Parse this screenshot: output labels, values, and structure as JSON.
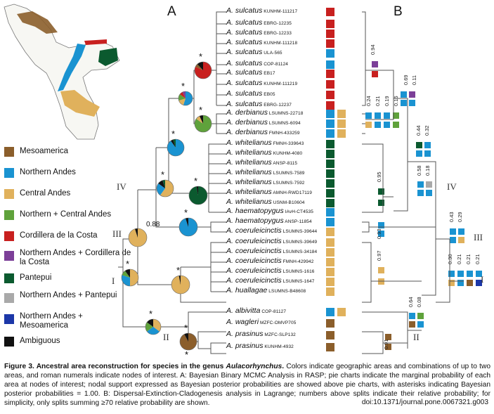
{
  "panels": {
    "a": "A",
    "b": "B"
  },
  "colors": {
    "mesoamerica": "#8b5e2b",
    "northern_andes": "#1a93d1",
    "central_andes": "#e0b15c",
    "northern_central_andes": "#5fa23b",
    "cordillera_de_la_costa": "#c8201f",
    "northern_andes_cordillera": "#7c3f98",
    "pantepui": "#0b5a2f",
    "northern_andes_pantepui": "#a9a9a9",
    "northern_andes_mesoamerica": "#1c37a8",
    "ambiguous": "#111111"
  },
  "legend": [
    {
      "label": "Mesoamerica",
      "color": "#8b5e2b"
    },
    {
      "label": "Northern Andes",
      "color": "#1a93d1"
    },
    {
      "label": "Central Andes",
      "color": "#e0b15c"
    },
    {
      "label": "Northern + Central Andes",
      "color": "#5fa23b"
    },
    {
      "label": "Cordillera de la Costa",
      "color": "#c8201f"
    },
    {
      "label": "Northern Andes + Cordillera de la Costa",
      "color": "#7c3f98"
    },
    {
      "label": "Pantepui",
      "color": "#0b5a2f"
    },
    {
      "label": "Northern Andes + Pantepui",
      "color": "#a9a9a9"
    },
    {
      "label": "Northern Andes + Mesoamerica",
      "color": "#1c37a8"
    },
    {
      "label": "Ambiguous",
      "color": "#111111"
    }
  ],
  "taxa": [
    {
      "species": "A. sulcatus",
      "voucher": "KUNHM-111217",
      "areas": [
        "cordillera_de_la_costa"
      ]
    },
    {
      "species": "A. sulcatus",
      "voucher": "EBRG-12235",
      "areas": [
        "cordillera_de_la_costa"
      ]
    },
    {
      "species": "A. sulcatus",
      "voucher": "EBRG-12233",
      "areas": [
        "cordillera_de_la_costa"
      ]
    },
    {
      "species": "A. sulcatus",
      "voucher": "KUNHM-111218",
      "areas": [
        "cordillera_de_la_costa"
      ]
    },
    {
      "species": "A. sulcatus",
      "voucher": "ULA-565",
      "areas": [
        "northern_andes"
      ]
    },
    {
      "species": "A. sulcatus",
      "voucher": "COP-81124",
      "areas": [
        "northern_andes"
      ]
    },
    {
      "species": "A. sulcatus",
      "voucher": "EB17",
      "areas": [
        "cordillera_de_la_costa"
      ]
    },
    {
      "species": "A. sulcatus",
      "voucher": "KUNHM-111219",
      "areas": [
        "cordillera_de_la_costa"
      ]
    },
    {
      "species": "A. sulcatus",
      "voucher": "EB05",
      "areas": [
        "cordillera_de_la_costa"
      ]
    },
    {
      "species": "A. sulcatus",
      "voucher": "EBRG-12237",
      "areas": [
        "cordillera_de_la_costa"
      ]
    },
    {
      "species": "A. derbianus",
      "voucher": "LSUMNS-22718",
      "areas": [
        "northern_andes",
        "central_andes"
      ]
    },
    {
      "species": "A. derbianus",
      "voucher": "LSUMNS-6094",
      "areas": [
        "northern_andes",
        "central_andes"
      ]
    },
    {
      "species": "A. derbianus",
      "voucher": "FMNH-433259",
      "areas": [
        "northern_andes",
        "central_andes"
      ]
    },
    {
      "species": "A. whitelianus",
      "voucher": "FMNH-339643",
      "areas": [
        "pantepui"
      ]
    },
    {
      "species": "A. whitelianus",
      "voucher": "KUNHM-4080",
      "areas": [
        "pantepui"
      ]
    },
    {
      "species": "A. whitelianus",
      "voucher": "ANSP-8115",
      "areas": [
        "pantepui"
      ]
    },
    {
      "species": "A. whitelianus",
      "voucher": "LSUMNS-7589",
      "areas": [
        "pantepui"
      ]
    },
    {
      "species": "A. whitelianus",
      "voucher": "LSUMNS-7592",
      "areas": [
        "pantepui"
      ]
    },
    {
      "species": "A. whitelianus",
      "voucher": "AMNH-RWD17119",
      "areas": [
        "pantepui"
      ]
    },
    {
      "species": "A. whitelianus",
      "voucher": "USNM-B10604",
      "areas": [
        "pantepui"
      ]
    },
    {
      "species": "A. haematopygus",
      "voucher": "IAvH-CT4535",
      "areas": [
        "northern_andes"
      ]
    },
    {
      "species": "A. haematopygus",
      "voucher": "ANSP-11854",
      "areas": [
        "northern_andes"
      ]
    },
    {
      "species": "A. coeruleicinctis",
      "voucher": "LSUMNS-39644",
      "areas": [
        "central_andes"
      ]
    },
    {
      "species": "A. coeruleicinctis",
      "voucher": "LSUMNS-39649",
      "areas": [
        "central_andes"
      ]
    },
    {
      "species": "A. coeruleicinctis",
      "voucher": "LSUMNS-34184",
      "areas": [
        "central_andes"
      ]
    },
    {
      "species": "A. coeruleicinctis",
      "voucher": "FMNH-429942",
      "areas": [
        "central_andes"
      ]
    },
    {
      "species": "A. coeruleicinctis",
      "voucher": "LSUMNS-1616",
      "areas": [
        "central_andes"
      ]
    },
    {
      "species": "A. coeruleicinctis",
      "voucher": "LSUMNS-1647",
      "areas": [
        "central_andes"
      ]
    },
    {
      "species": "A. huallagae",
      "voucher": "LSUMNS-B48608",
      "areas": [
        "central_andes"
      ]
    },
    {
      "species": "A. albivitta",
      "voucher": "COP-81127",
      "areas": [
        "northern_andes",
        "central_andes"
      ]
    },
    {
      "species": "A. wagleri",
      "voucher": "MZFC-OMVP705",
      "areas": [
        "mesoamerica"
      ]
    },
    {
      "species": "A. prasinus",
      "voucher": "MZFC-SLP132",
      "areas": [
        "mesoamerica"
      ]
    },
    {
      "species": "A. prasinus",
      "voucher": "KUNHM-4932",
      "areas": [
        "mesoamerica"
      ]
    }
  ],
  "node_labels": {
    "i": "I",
    "ii": "II",
    "iii": "III",
    "iv": "IV",
    "support_088": "0.88",
    "star": "*"
  },
  "panel_b": {
    "probs": {
      "p094": "0.94",
      "p069": "0.69",
      "p011": "0.11",
      "p024": "0.24",
      "p021a": "0.21",
      "p019": "0.19",
      "p016": "0.16",
      "p044": "0.44",
      "p032": "0.32",
      "p095": "0.95",
      "p058": "0.58",
      "p018": "0.18",
      "p093": "0.93",
      "p043": "0.43",
      "p029": "0.29",
      "p097": "0.97",
      "p030": "0.30",
      "p021b": "0.21",
      "p021c": "0.21",
      "p021d": "0.21",
      "p064": "0.64",
      "p008": "0.08",
      "p091": "0.91"
    }
  },
  "caption": {
    "lead": "Figure 3. Ancestral area reconstruction for species in the genus ",
    "genus": "Aulacorhynchus",
    "lead_end": ".",
    "body": " Colors indicate geographic areas and combinations of up to two areas, and roman numerals indicate nodes of interest. A: Bayesian Binary MCMC Analysis in RASP; pie charts indicate the marginal probability of each area at nodes of interest; nodal support expressed as Bayesian posterior probabilities are showed above pie charts, with asterisks indicating Bayesian posterior probabilities = 1.00. B: Dispersal-Extinction-Cladogenesis analysis in Lagrange; numbers above splits indicate their relative probability; for simplicity, only splits summing ≥70 relative probability are shown.",
    "doi": "doi:10.1371/journal.pone.0067321.g003"
  }
}
